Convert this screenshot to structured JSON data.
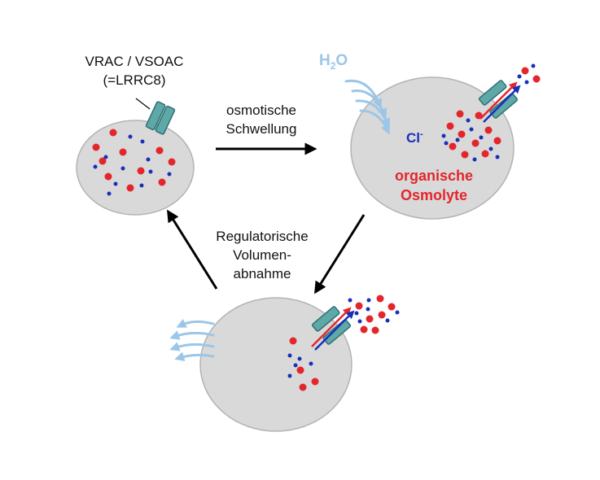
{
  "channel_label": {
    "line1": "VRAC / VSOAC",
    "line2": "(=LRRC8)"
  },
  "step_swelling": {
    "line1": "osmotische",
    "line2": "Schwellung"
  },
  "step_rvd": {
    "line1": "Regulatorische",
    "line2": "Volumen-",
    "line3": "abnahme"
  },
  "water_label": {
    "base": "H",
    "subscript": "2",
    "tail": "O"
  },
  "chloride_label": {
    "base": "Cl",
    "superscript": "-"
  },
  "osmolyte_label": {
    "line1": "organische",
    "line2": "Osmolyte"
  },
  "colors": {
    "cell_fill": "#d9d9d9",
    "cell_stroke": "#b3b3b3",
    "channel_fill": "#5fa8a8",
    "channel_stroke": "#2f6f73",
    "osmolyte_red": "#e3262c",
    "chloride_blue": "#1a2fb8",
    "water_blue": "#9cc6e8",
    "arrow_black": "#000000"
  }
}
